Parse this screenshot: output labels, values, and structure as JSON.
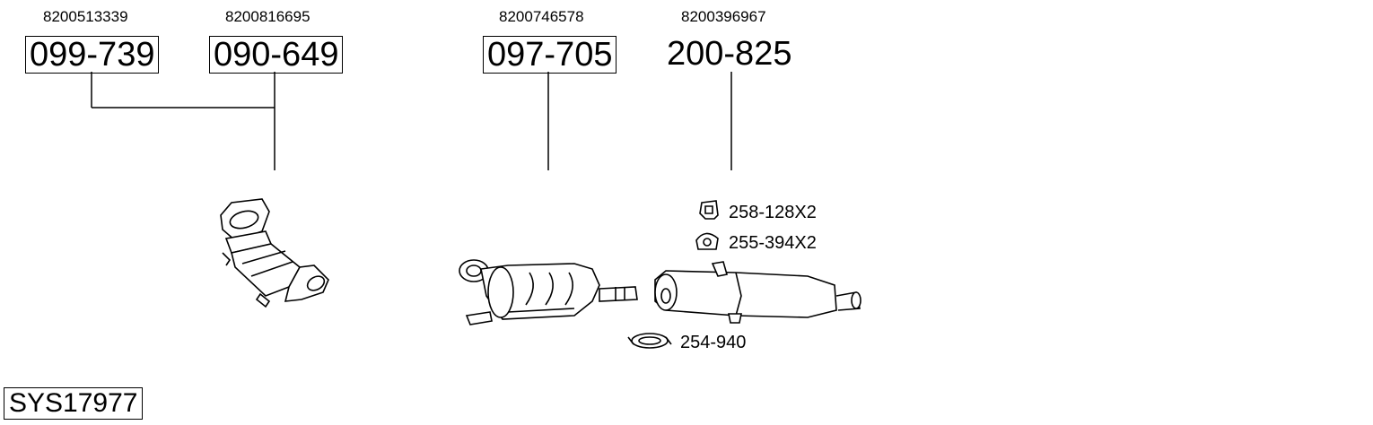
{
  "parts": [
    {
      "oem": "8200513339",
      "number": "099-739",
      "boxed": true
    },
    {
      "oem": "8200816695",
      "number": "090-649",
      "boxed": true
    },
    {
      "oem": "8200746578",
      "number": "097-705",
      "boxed": true
    },
    {
      "oem": "8200396967",
      "number": "200-825",
      "boxed": false
    }
  ],
  "accessories": [
    {
      "label": "258-128X2",
      "icon": "rubber-hanger-icon"
    },
    {
      "label": "255-394X2",
      "icon": "rubber-ring-mount-icon"
    },
    {
      "label": "254-940",
      "icon": "clamp-icon"
    }
  ],
  "system_id": "SYS17977"
}
